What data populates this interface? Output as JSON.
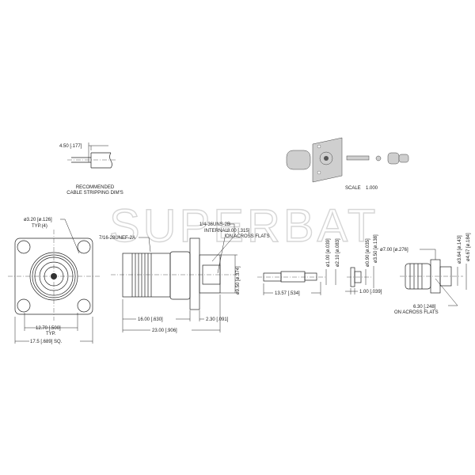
{
  "watermark": "SUPERBAT",
  "stripping": {
    "dim": "4.50 [.177]",
    "caption_line1": "RECOMMENDED",
    "caption_line2": "CABLE STRIPPING DIM'S"
  },
  "iso_view": {
    "scale_label": "SCALE",
    "scale_value": "1.000"
  },
  "front_view": {
    "hole_dia": "ø3.20 [ø.126]",
    "hole_typ": "TYP.(4)",
    "hole_spacing": "12.70 [.500]",
    "hole_spacing_typ": "TYP.",
    "flange_size": "17.5 [.689] SQ."
  },
  "side_view": {
    "thread_ext": "7/16-28UNEF-2A",
    "thread_int": "1/4-36UNS-2B",
    "thread_int_note": "INTERNAL",
    "flats": "8.00 [.315]",
    "flats_note": "ON ACROSS FLATS",
    "rear_dia": "ø9.50 [ø.374]",
    "len_front": "16.00 [.630]",
    "len_rear": "2.30 [.091]",
    "len_total": "23.00 [.906]"
  },
  "pin": {
    "length": "13.57 [.534]",
    "dia1": "ø1.00 [ø.039]",
    "dia2": "ø2.10 [ø.083]"
  },
  "insulator": {
    "dia1": "ø0.90 [ø.035]",
    "dia2": "ø3.50 [ø.138]",
    "thickness": "1.00 [.039]"
  },
  "rear_nut": {
    "hex_dia": "ø7.00 [ø.276]",
    "dia1": "ø3.64 [ø.143]",
    "dia2": "ø4.67 [ø.184]",
    "flats": "6.30 [.248]",
    "flats_note": "ON ACROSS FLATS"
  }
}
